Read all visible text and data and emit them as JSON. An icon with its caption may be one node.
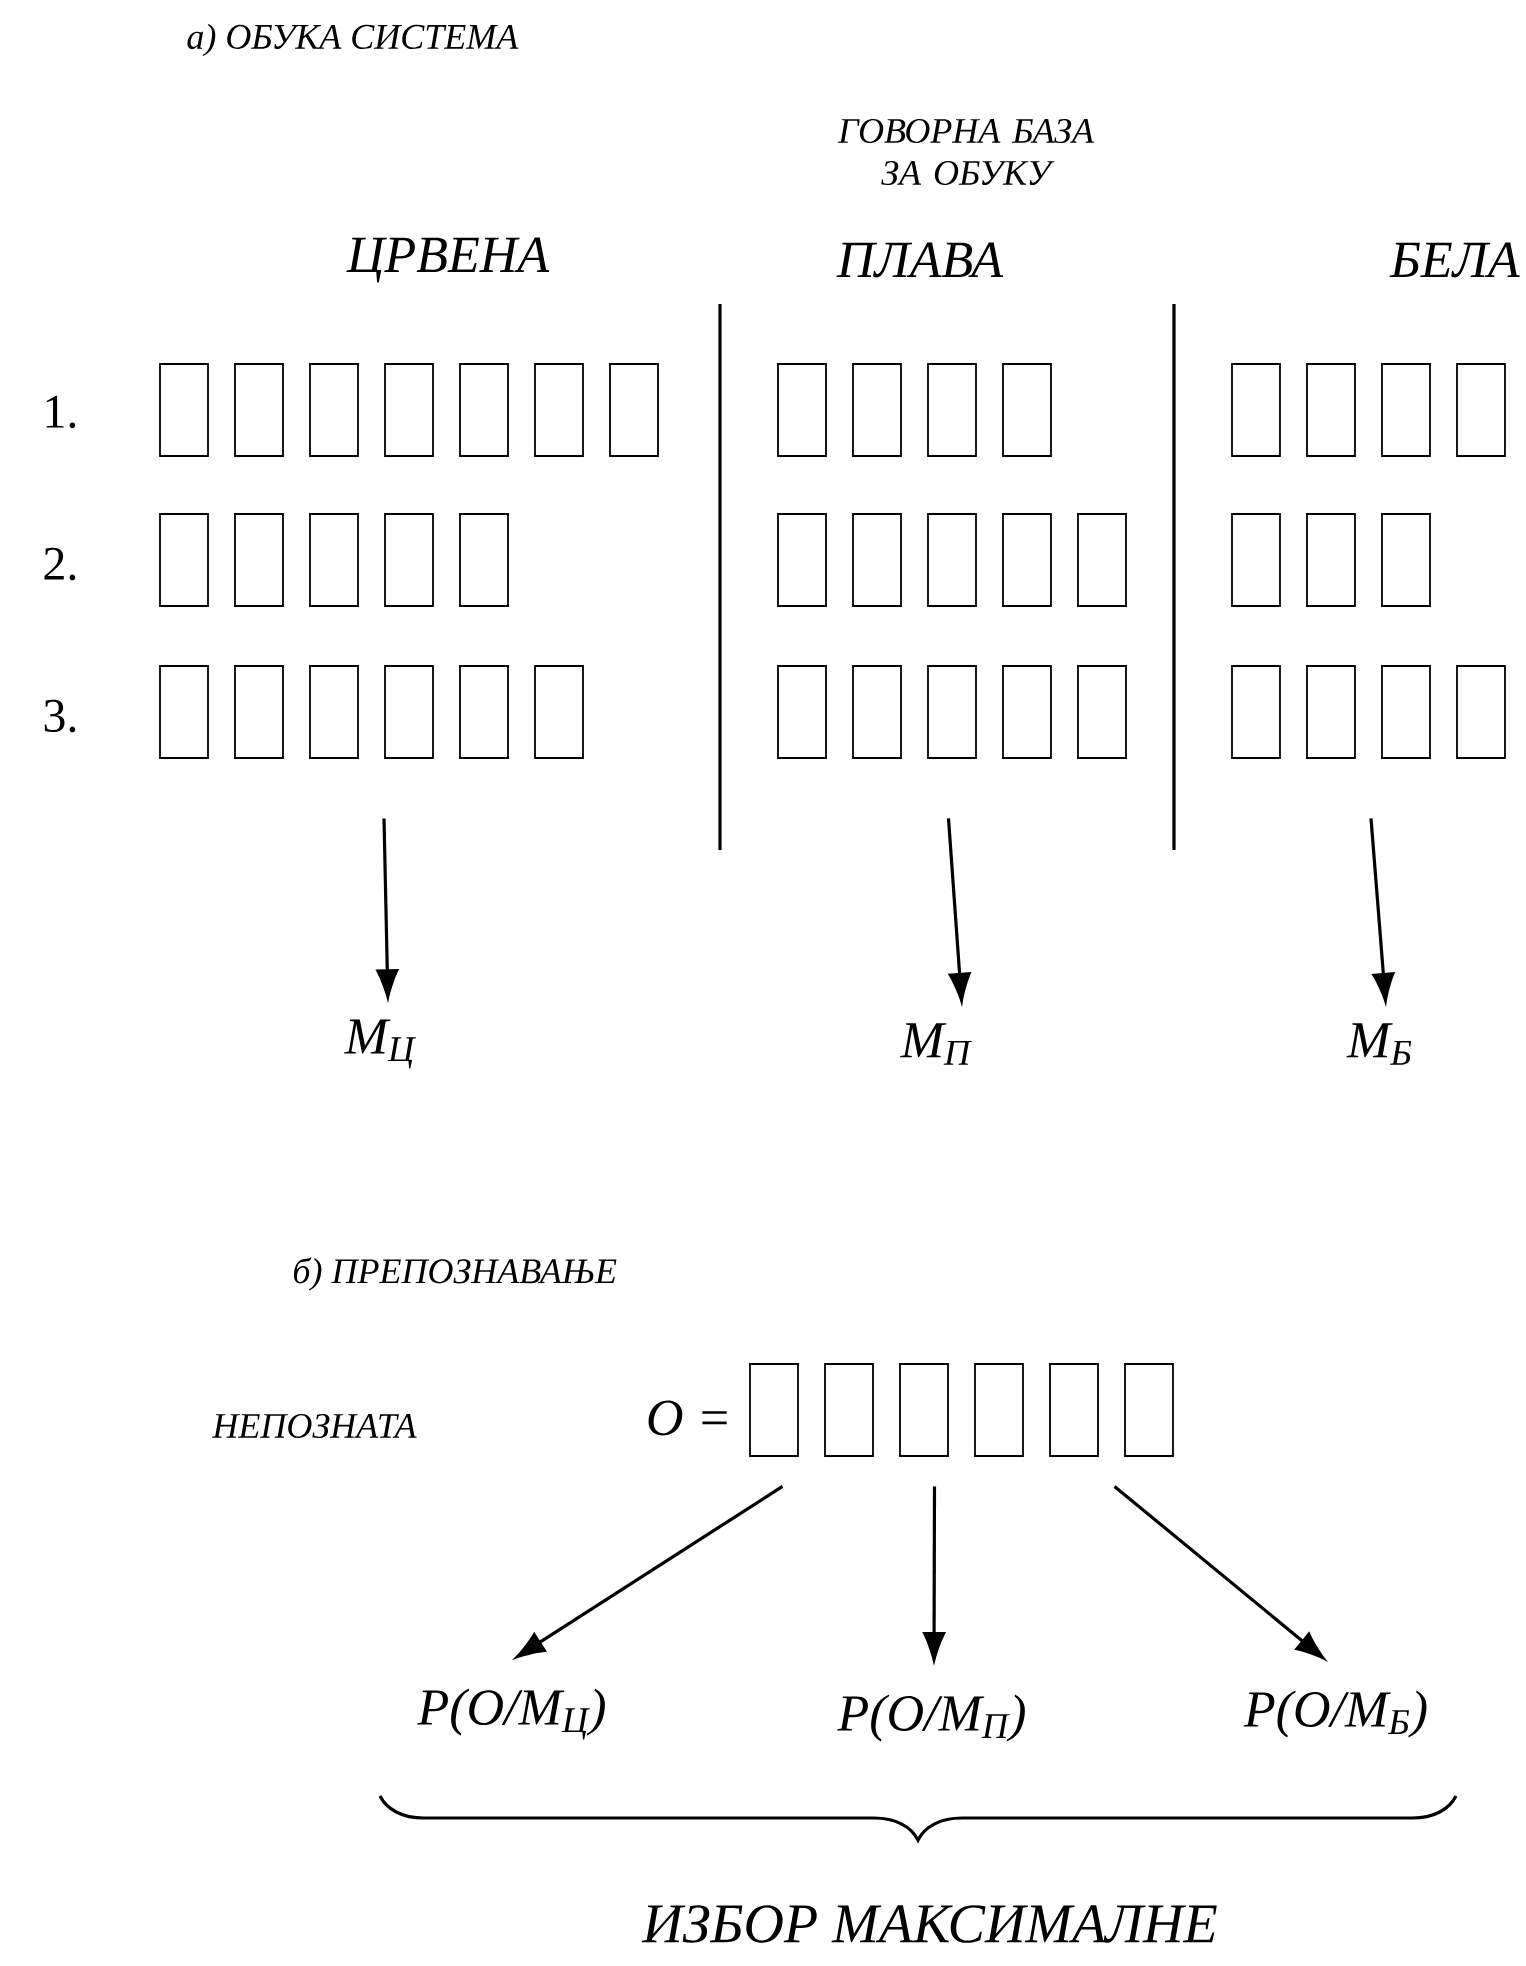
{
  "diagram": {
    "nodes": [
      {
        "text": [],
        "shape": "box"
      },
      {
        "text": [],
        "shape": "box"
      },
      {
        "text": [],
        "shape": "box"
      },
      {
        "text": [],
        "shape": "box"
      },
      {
        "text": [],
        "shape": "box"
      },
      {
        "text": [],
        "shape": "box"
      },
      {
        "text": [],
        "shape": "box"
      },
      {
        "text": [],
        "shape": "box"
      },
      {
        "text": [],
        "shape": "box"
      },
      {
        "text": [
          "M$_{Ц}$"
        ]
      },
      {
        "text": [
          "M$_{П}$"
        ]
      },
      {
        "text": [
          "M$_{Б}$"
        ]
      },
      {
        "text": [],
        "shape": "box",
        "beside": [
          "O ="
        ]
      },
      {
        "text": [
          "P(O/M$_{Ц}$)"
        ]
      },
      {
        "text": [
          "P(O/M$_{П}$)"
        ]
      },
      {
        "text": [
          "P(O/M$_{Б}$)"
        ]
      }
    ],
    "edges": [
      {
        "from": 6,
        "to": 9,
        "arrow": "to"
      },
      {
        "from": 7,
        "to": 10,
        "arrow": "to"
      },
      {
        "from": 8,
        "to": 11,
        "arrow": "to"
      },
      {
        "from": 12,
        "to": 13,
        "arrow": "to"
      },
      {
        "from": 12,
        "to": 14,
        "arrow": "to"
      },
      {
        "from": 12,
        "to": 15,
        "arrow": "to"
      }
    ],
    "labels": [
      "а) ОБУКА СИСТЕМА",
      "ГОВОРНА БАЗА ЗА ОБУКУ",
      "ЦРВЕНА",
      "ПЛАВА",
      "БЕЛА",
      "1.",
      "2.",
      "3.",
      "б) ПРЕПОЗНАВАЊЕ",
      "НЕПОЗНАТА",
      "ИЗБОР МАКСИМАЛНЕ"
    ]
  }
}
